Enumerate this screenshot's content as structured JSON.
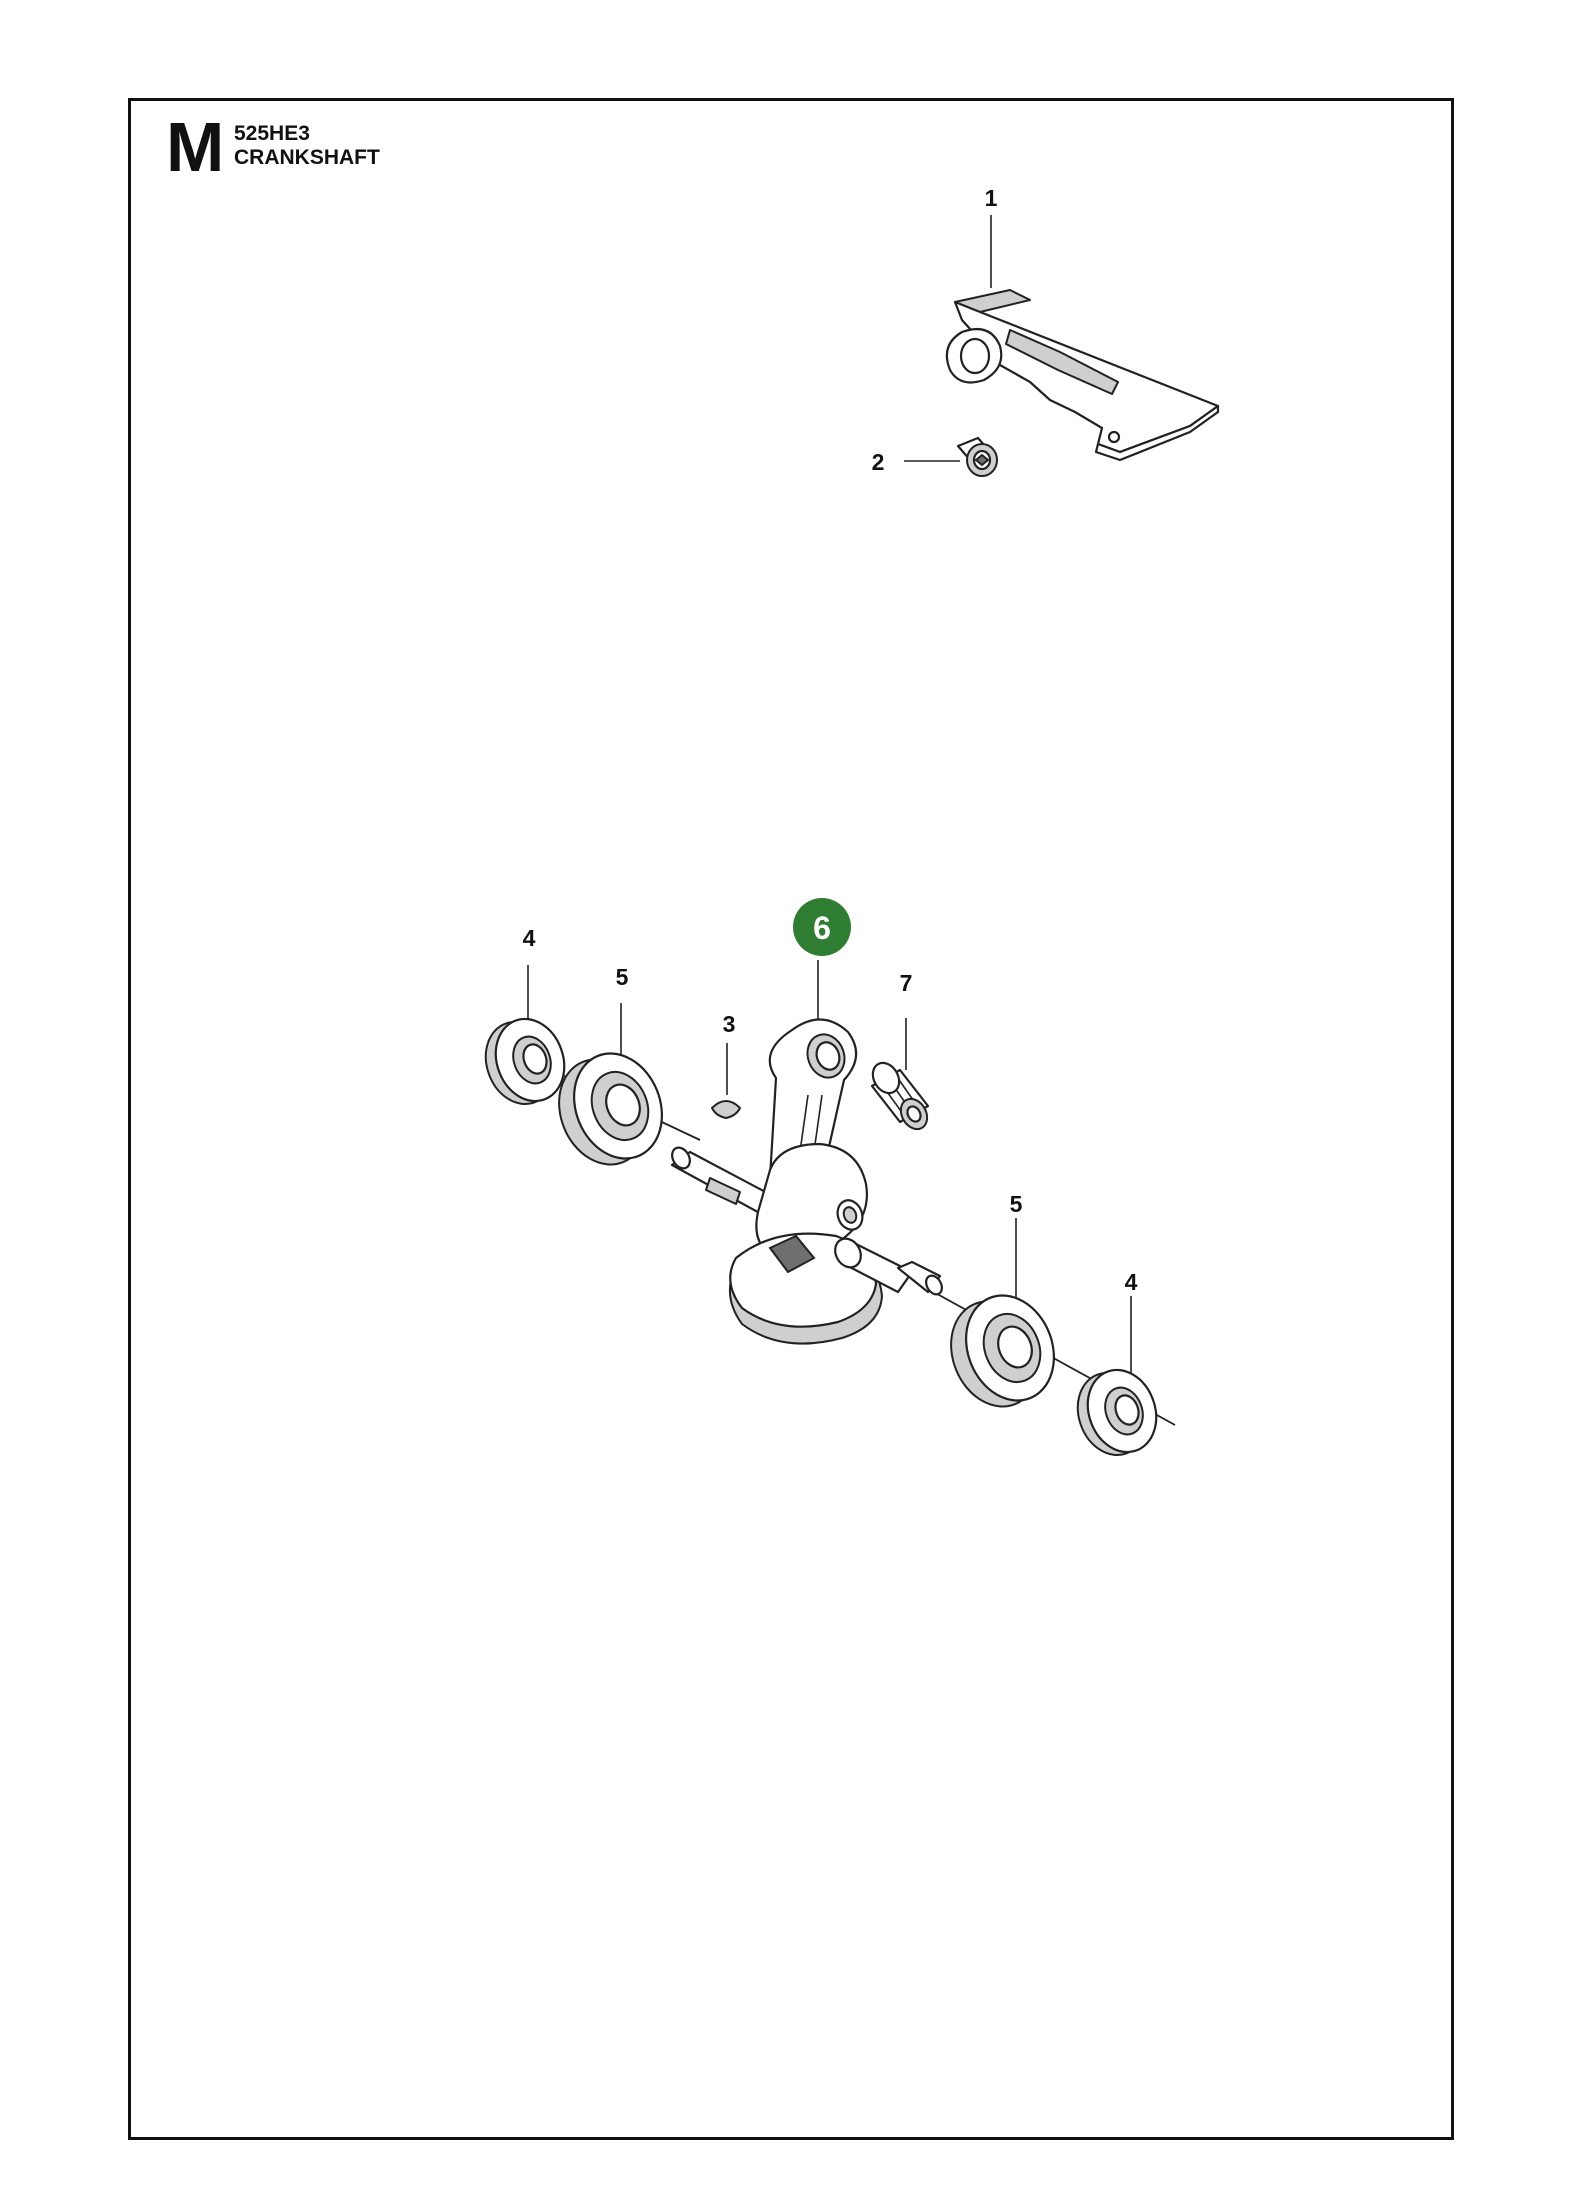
{
  "header": {
    "section_letter": "M",
    "model": "525HE3",
    "title": "CRANKSHAFT"
  },
  "highlight_color": "#2e7d32",
  "callouts": {
    "c1": "1",
    "c2": "2",
    "c3": "3",
    "c4a": "4",
    "c4b": "4",
    "c5a": "5",
    "c5b": "5",
    "c6": "6",
    "c7": "7"
  },
  "highlighted_callout": "6"
}
